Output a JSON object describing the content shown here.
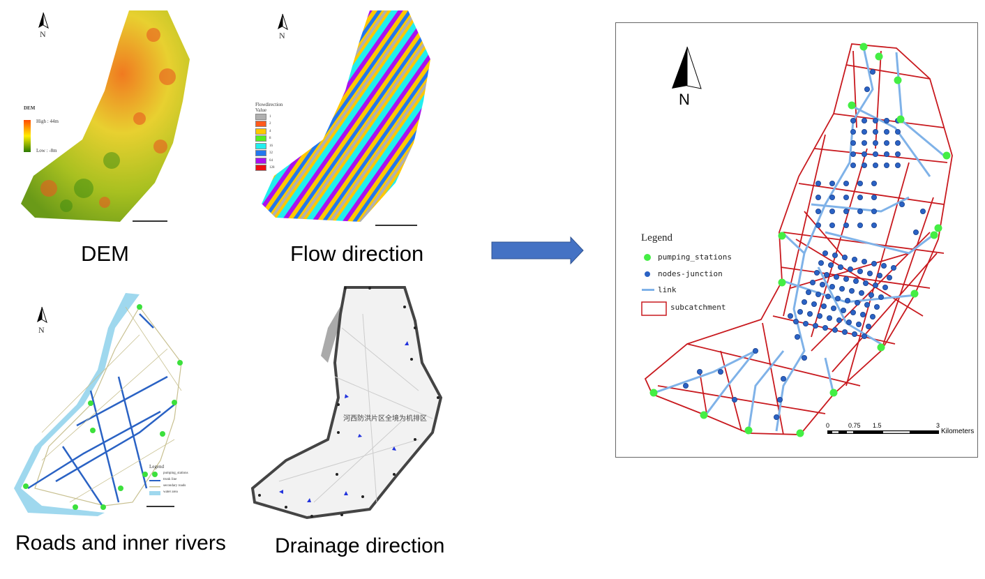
{
  "panels": {
    "dem": {
      "caption": "DEM",
      "legend_title": "DEM",
      "high": "High : 44m",
      "low": "Low : -8m",
      "north": "N"
    },
    "flow": {
      "caption": "Flow direction",
      "legend_title": "Flowdirection",
      "value_label": "Value",
      "classes": [
        {
          "value": "1",
          "color": "#b0b0b0"
        },
        {
          "value": "2",
          "color": "#ff5a1e"
        },
        {
          "value": "4",
          "color": "#ffc800"
        },
        {
          "value": "8",
          "color": "#55ee22"
        },
        {
          "value": "16",
          "color": "#22eeee"
        },
        {
          "value": "32",
          "color": "#2277ee"
        },
        {
          "value": "64",
          "color": "#aa11ee"
        },
        {
          "value": "128",
          "color": "#ee1111"
        }
      ],
      "north": "N"
    },
    "roads": {
      "caption": "Roads and inner rivers",
      "legend_title": "Legend",
      "items": [
        "pumping_stations",
        "trunk line",
        "secondary roads",
        "water area"
      ],
      "north": "N"
    },
    "drainage": {
      "caption": "Drainage direction",
      "annotation": "河西防洪片区全境为机排区"
    }
  },
  "result": {
    "north": "N",
    "legend_title": "Legend",
    "legend_items": [
      "pumping_stations",
      "nodes-junction",
      "link",
      "subcatchment"
    ],
    "scale_ticks": [
      "0",
      "0.75",
      "1.5",
      "3"
    ],
    "scale_unit": "Kilometers",
    "colors": {
      "station": "#44ee44",
      "node": "#2a62c4",
      "link": "#7fb2e8",
      "subcatchment": "#c8191e",
      "arrow": "#4472c4"
    }
  }
}
